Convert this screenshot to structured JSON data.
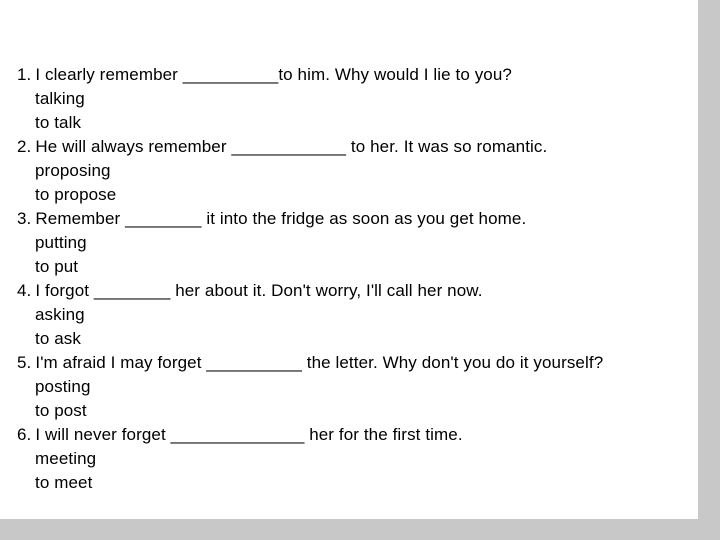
{
  "page": {
    "canvas_color": "#c8c8c8",
    "slide_color": "#ffffff",
    "text_color": "#000000"
  },
  "exercise": {
    "items": [
      {
        "number": "1.",
        "sentence": "I clearly remember __________to him. Why would I lie to you?",
        "options": [
          "talking",
          "to talk"
        ]
      },
      {
        "number": "2.",
        "sentence": "He will always remember ____________ to her. It was so romantic.",
        "options": [
          "proposing",
          "to propose"
        ]
      },
      {
        "number": "3.",
        "sentence": "Remember ________ it into the fridge as soon as you get home.",
        "options": [
          "putting",
          "to put"
        ]
      },
      {
        "number": "4.",
        "sentence": "I forgot ________ her about it. Don't worry, I'll call her now.",
        "options": [
          "asking",
          "to ask"
        ]
      },
      {
        "number": "5.",
        "sentence": "I'm afraid I may forget __________ the letter. Why don't you do it yourself?",
        "options": [
          "posting",
          "to post"
        ]
      },
      {
        "number": "6.",
        "sentence": "I will never forget ______________ her for the first time.",
        "options": [
          "meeting",
          "to meet"
        ]
      }
    ]
  }
}
